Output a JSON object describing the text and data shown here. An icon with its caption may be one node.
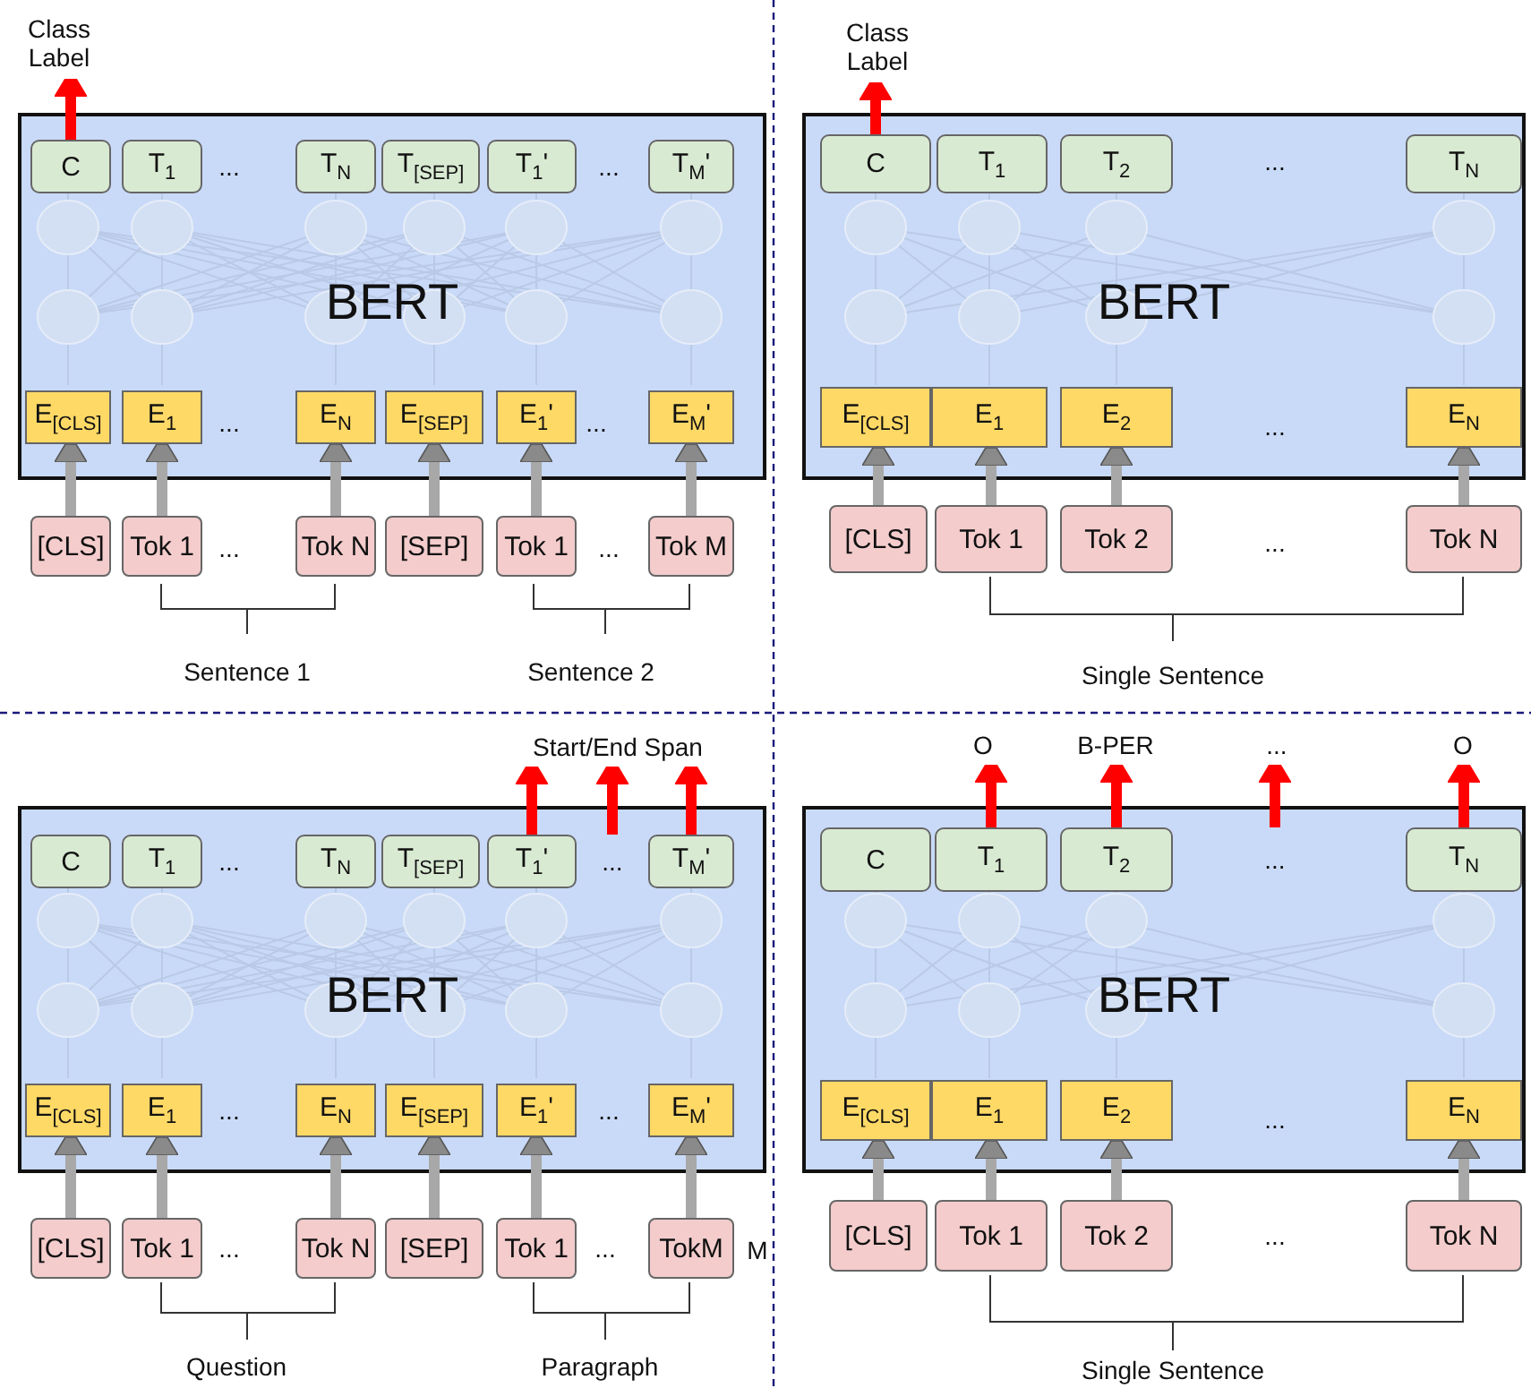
{
  "diagram": {
    "nodes": [
      {
        "text": [
          "Class Label"
        ]
      },
      {
        "text": [
          "BERT"
        ]
      },
      {
        "text": [
          "C"
        ],
        "in": 1
      },
      {
        "text": [
          "T$_{1}$"
        ],
        "in": 1
      },
      {
        "text": [
          "T$_{N}$"
        ],
        "in": 1
      },
      {
        "text": [
          "T$_{[SEP]}$"
        ],
        "in": 1
      },
      {
        "text": [
          "T$_{1}$'"
        ],
        "in": 1
      },
      {
        "text": [
          "T$_{M}$'"
        ],
        "in": 1
      },
      {
        "text": [
          "E$_{[CLS]}$"
        ],
        "in": 1
      },
      {
        "text": [
          "E$_{1}$"
        ],
        "in": 1
      },
      {
        "text": [
          "E$_{N}$"
        ],
        "in": 1
      },
      {
        "text": [
          "E$_{[SEP]}$"
        ],
        "in": 1
      },
      {
        "text": [
          "E$_{1}$'"
        ],
        "in": 1
      },
      {
        "text": [
          "E$_{M}$'"
        ],
        "in": 1
      },
      {
        "text": [
          "[CLS]"
        ]
      },
      {
        "text": [
          "Tok 1"
        ]
      },
      {
        "text": [
          "Tok N"
        ]
      },
      {
        "text": [
          "[SEP]"
        ]
      },
      {
        "text": [
          "Tok 1"
        ]
      },
      {
        "text": [
          "Tok M"
        ]
      },
      {
        "text": [
          "Class Label"
        ]
      },
      {
        "text": [
          "BERT"
        ]
      },
      {
        "text": [
          "C"
        ],
        "in": 21
      },
      {
        "text": [
          "T$_{1}$"
        ],
        "in": 21
      },
      {
        "text": [
          "T$_{2}$"
        ],
        "in": 21
      },
      {
        "text": [
          "T$_{N}$"
        ],
        "in": 21
      },
      {
        "text": [
          "E$_{[CLS]}$"
        ],
        "in": 21
      },
      {
        "text": [
          "E$_{1}$"
        ],
        "in": 21
      },
      {
        "text": [
          "E$_{2}$"
        ],
        "in": 21
      },
      {
        "text": [
          "E$_{N}$"
        ],
        "in": 21
      },
      {
        "text": [
          "[CLS]"
        ]
      },
      {
        "text": [
          "Tok 1"
        ]
      },
      {
        "text": [
          "Tok 2"
        ]
      },
      {
        "text": [
          "Tok N"
        ]
      },
      {
        "text": [
          "Start/End Span"
        ]
      },
      {
        "text": [
          "BERT"
        ]
      },
      {
        "text": [
          "C"
        ],
        "in": 35
      },
      {
        "text": [
          "T$_{1}$"
        ],
        "in": 35
      },
      {
        "text": [
          "T$_{N}$"
        ],
        "in": 35
      },
      {
        "text": [
          "T$_{[SEP]}$"
        ],
        "in": 35
      },
      {
        "text": [
          "T$_{1}$'"
        ],
        "in": 35
      },
      {
        "text": [
          "..."
        ],
        "in": 35
      },
      {
        "text": [
          "T$_{M}$'"
        ],
        "in": 35
      },
      {
        "text": [
          "E$_{[CLS]}$"
        ],
        "in": 35
      },
      {
        "text": [
          "E$_{1}$"
        ],
        "in": 35
      },
      {
        "text": [
          "E$_{N}$"
        ],
        "in": 35
      },
      {
        "text": [
          "E$_{[SEP]}$"
        ],
        "in": 35
      },
      {
        "text": [
          "E$_{1}$'"
        ],
        "in": 35
      },
      {
        "text": [
          "E$_{M}$'"
        ],
        "in": 35
      },
      {
        "text": [
          "[CLS]"
        ]
      },
      {
        "text": [
          "Tok 1"
        ]
      },
      {
        "text": [
          "Tok N"
        ]
      },
      {
        "text": [
          "[SEP]"
        ]
      },
      {
        "text": [
          "Tok 1"
        ]
      },
      {
        "text": [
          "TokM"
        ]
      },
      {
        "text": [
          "O"
        ]
      },
      {
        "text": [
          "B-PER"
        ]
      },
      {
        "text": [
          "..."
        ]
      },
      {
        "text": [
          "O"
        ]
      },
      {
        "text": [
          "BERT"
        ]
      },
      {
        "text": [
          "C"
        ],
        "in": 59
      },
      {
        "text": [
          "T$_{1}$"
        ],
        "in": 59
      },
      {
        "text": [
          "T$_{2}$"
        ],
        "in": 59
      },
      {
        "text": [
          "..."
        ],
        "in": 59
      },
      {
        "text": [
          "T$_{N}$"
        ],
        "in": 59
      },
      {
        "text": [
          "E$_{[CLS]}$"
        ],
        "in": 59
      },
      {
        "text": [
          "E$_{1}$"
        ],
        "in": 59
      },
      {
        "text": [
          "E$_{2}$"
        ],
        "in": 59
      },
      {
        "text": [
          "E$_{N}$"
        ],
        "in": 59
      },
      {
        "text": [
          "[CLS]"
        ]
      },
      {
        "text": [
          "Tok 1"
        ]
      },
      {
        "text": [
          "Tok 2"
        ]
      },
      {
        "text": [
          "Tok N"
        ]
      }
    ],
    "edges": [
      {
        "from": 2,
        "to": 0,
        "arrow": "to",
        "color": "#ff0000"
      },
      {
        "from": 14,
        "to": 8,
        "arrow": "to"
      },
      {
        "from": 15,
        "to": 9,
        "arrow": "to"
      },
      {
        "from": 16,
        "to": 10,
        "arrow": "to"
      },
      {
        "from": 17,
        "to": 11,
        "arrow": "to"
      },
      {
        "from": 18,
        "to": 12,
        "arrow": "to"
      },
      {
        "from": 19,
        "to": 13,
        "arrow": "to"
      },
      {
        "from": 22,
        "to": 20,
        "arrow": "to",
        "color": "#ff0000"
      },
      {
        "from": 30,
        "to": 26,
        "arrow": "to"
      },
      {
        "from": 31,
        "to": 27,
        "arrow": "to"
      },
      {
        "from": 32,
        "to": 28,
        "arrow": "to"
      },
      {
        "from": 33,
        "to": 29,
        "arrow": "to"
      },
      {
        "from": 40,
        "to": 34,
        "arrow": "to",
        "color": "#ff0000"
      },
      {
        "from": 41,
        "to": 34,
        "arrow": "to",
        "color": "#ff0000"
      },
      {
        "from": 42,
        "to": 34,
        "arrow": "to",
        "color": "#ff0000"
      },
      {
        "from": 49,
        "to": 43,
        "arrow": "to"
      },
      {
        "from": 50,
        "to": 44,
        "arrow": "to"
      },
      {
        "from": 51,
        "to": 45,
        "arrow": "to"
      },
      {
        "from": 52,
        "to": 46,
        "arrow": "to"
      },
      {
        "from": 53,
        "to": 47,
        "arrow": "to"
      },
      {
        "from": 54,
        "to": 48,
        "arrow": "to"
      },
      {
        "from": 61,
        "to": 55,
        "arrow": "to",
        "color": "#ff0000"
      },
      {
        "from": 62,
        "to": 56,
        "arrow": "to",
        "color": "#ff0000"
      },
      {
        "from": 63,
        "to": 57,
        "arrow": "to",
        "color": "#ff0000"
      },
      {
        "from": 64,
        "to": 58,
        "arrow": "to",
        "color": "#ff0000"
      },
      {
        "from": 69,
        "to": 65,
        "arrow": "to"
      },
      {
        "from": 70,
        "to": 66,
        "arrow": "to"
      },
      {
        "from": 71,
        "to": 67,
        "arrow": "to"
      },
      {
        "from": 72,
        "to": 68,
        "arrow": "to"
      }
    ],
    "labels": [
      "...",
      "...",
      "...",
      "...",
      "...",
      "...",
      "Sentence 1",
      "Sentence 2",
      "...",
      "...",
      "...",
      "Single Sentence",
      "...",
      "...",
      "...",
      "...",
      "...",
      "M",
      "Question",
      "Paragraph",
      "...",
      "...",
      "Single Sentence"
    ]
  }
}
